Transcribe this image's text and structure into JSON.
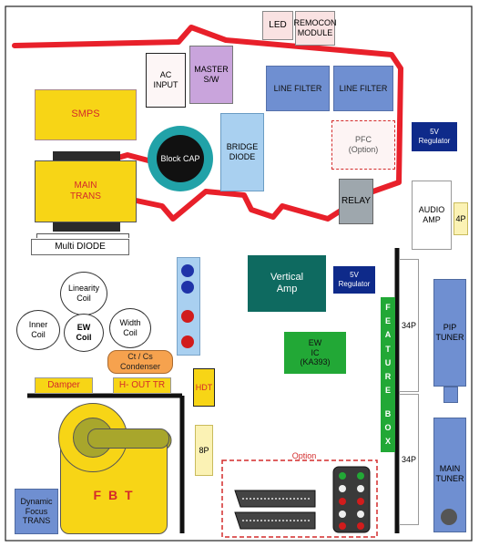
{
  "labels": {
    "led": "LED",
    "remocon_line1": "REMOCON",
    "remocon_line2": "MODULE",
    "ac_input_line1": "AC",
    "ac_input_line2": "INPUT",
    "master_sw_line1": "MASTER",
    "master_sw_line2": "S/W",
    "line_filter_1": "LINE FILTER",
    "line_filter_2": "LINE FILTER",
    "smps": "SMPS",
    "block_cap": "Block CAP",
    "bridge_diode_line1": "BRIDGE",
    "bridge_diode_line2": "DIODE",
    "pfc_line1": "PFC",
    "pfc_line2": "(Option)",
    "regulator_5v_top_line1": "5V",
    "regulator_5v_top_line2": "Regulator",
    "main_trans_line1": "MAIN",
    "main_trans_line2": "TRANS",
    "relay": "RELAY",
    "audio_amp_line1": "AUDIO",
    "audio_amp_line2": "AMP",
    "connector_4p": "4P",
    "multi_diode": "Multi DIODE",
    "linearity_coil_line1": "Linearity",
    "linearity_coil_line2": "Coil",
    "inner_coil_line1": "Inner",
    "inner_coil_line2": "Coil",
    "ew_coil_line1": "EW",
    "ew_coil_line2": "Coil",
    "width_coil_line1": "Width",
    "width_coil_line2": "Coil",
    "vertical_amp_line1": "Vertical",
    "vertical_amp_line2": "Amp",
    "regulator_5v_mid_line1": "5V",
    "regulator_5v_mid_line2": "Regulator",
    "feature_box": [
      "F",
      "E",
      "A",
      "T",
      "U",
      "R",
      "E",
      "",
      "B",
      "O",
      "X"
    ],
    "connector_34p_1": "34P",
    "connector_34p_2": "34P",
    "pip_tuner_line1": "PIP",
    "pip_tuner_line2": "TUNER",
    "ct_cs_line1": "Ct / Cs",
    "ct_cs_line2": "Condenser",
    "ew_ic_line1": "EW",
    "ew_ic_line2": "IC",
    "ew_ic_line3": "(KA393)",
    "damper": "Damper",
    "h_out_tr": "H- OUT TR",
    "hdt": "HDT",
    "connector_8p": "8P",
    "option": "Option",
    "fbt": "F B T",
    "main_tuner_line1": "MAIN",
    "main_tuner_line2": "TUNER",
    "dynamic_focus_line1": "Dynamic",
    "dynamic_focus_line2": "Focus",
    "dynamic_focus_line3": "TRANS"
  },
  "colors": {
    "power_line": "#e8202a",
    "yellow": "#f7d516",
    "blue_block": "#6f8fd1",
    "light_blue": "#a9d0f0",
    "dark_navy": "#0e2a8a",
    "teal": "#0e6a60",
    "green": "#22a836",
    "orange": "#f6a24e",
    "lavender": "#c9a4dc",
    "pink": "#f9e2e2",
    "teal_ring": "#21a2a8",
    "olive": "#a8a62c",
    "pale_yellow": "#fbf2b4",
    "gray": "#9ea7ad"
  }
}
